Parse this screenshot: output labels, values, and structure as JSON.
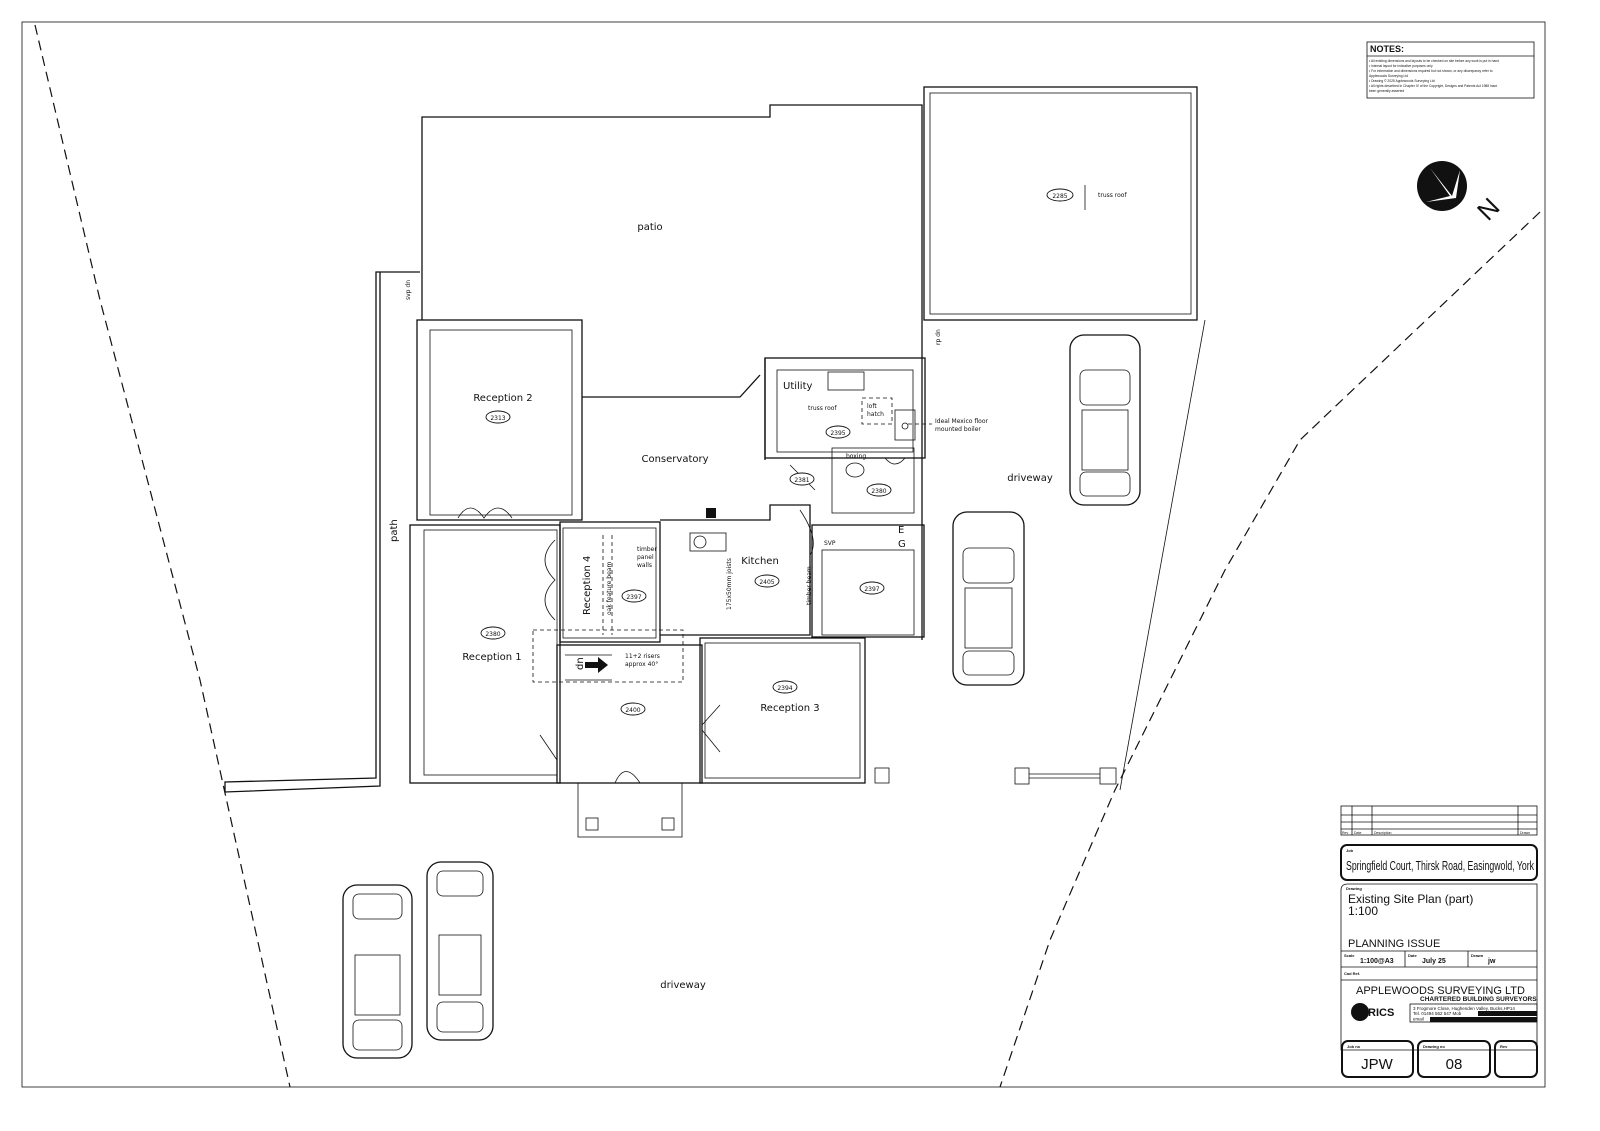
{
  "notes": {
    "title": "NOTES:",
    "lines": [
      "• All existing dimensions and layouts to be checked on site before any work is put in hand",
      "• Internal layout for indicative purposes only",
      "• For information and dimensions required but not shown, or any discrepancy refer to",
      "  Applewoods Surveying Ltd",
      "• Drawing © 2025 Applewoods Surveying Ltd",
      "• All rights described in Chapter IV of the Copyright, Designs and Patents Act 1988 have",
      "  been generally asserted"
    ]
  },
  "north_label": "N",
  "plan": {
    "patio": "patio",
    "path": "path",
    "driveway_right": "driveway",
    "driveway_bottom": "driveway",
    "conservatory": "Conservatory",
    "reception2": {
      "name": "Reception 2",
      "code": "2313"
    },
    "reception1": {
      "name": "Reception 1",
      "code": "2380"
    },
    "reception3": {
      "name": "Reception 3",
      "code": "2394"
    },
    "reception4": {
      "name": "Reception 4",
      "code": "2397"
    },
    "kitchen": {
      "name": "Kitchen",
      "code": "2405"
    },
    "utility": {
      "name": "Utility",
      "code": "2395"
    },
    "hall_code": "2400",
    "lobby_code": "2381",
    "wc_code": "2380",
    "store_code": "2397",
    "garage_code": "2285",
    "truss_roof_garage": "truss roof",
    "truss_roof_utility": "truss roof",
    "loft_hatch": [
      "loft",
      "hatch"
    ],
    "boiler": [
      "Ideal Mexico floor",
      "mounted boiler"
    ],
    "boxing": "boxing",
    "svp": "SVP",
    "e_label": "E",
    "g_label": "G",
    "timber_panel": [
      "timber",
      "panel",
      "walls"
    ],
    "oak_beam": "oak feature beam",
    "joists": "175x50mm joists",
    "timber_beam": "timber beam",
    "stairs": [
      "11+2 risers",
      "approx 40°"
    ],
    "dn": "dn",
    "svp_dn": "svp dn",
    "rp_dn": "rp dn"
  },
  "title_block": {
    "rev_headers": [
      "Rev",
      "Date",
      "Description",
      "Drawn"
    ],
    "job_label": "Job",
    "job": "Springfield Court, Thirsk Road, Easingwold, York",
    "drawing_label": "Drawing",
    "drawing_title": "Existing Site Plan (part)",
    "drawing_scale": "1:100",
    "issue": "PLANNING ISSUE",
    "scale_label": "Scale",
    "scale": "1:100@A3",
    "date_label": "Date",
    "date": "July 25",
    "drawn_label": "Drawn",
    "drawn": "jw",
    "cad_label": "Cad Ref.",
    "company": "APPLEWOODS SURVEYING LTD",
    "company_sub": "CHARTERED BUILDING SURVEYORS",
    "rics": "RICS",
    "address": "3 Frogmore Close, Hughenden Valley, Bucks,HP14",
    "tel": "Tel. 01494 562 547  Mob",
    "email": "email",
    "job_no_label": "Job no",
    "job_no": "JPW",
    "drawing_no_label": "Drawing no",
    "drawing_no": "08",
    "rev_label": "Rev",
    "rev": ""
  }
}
